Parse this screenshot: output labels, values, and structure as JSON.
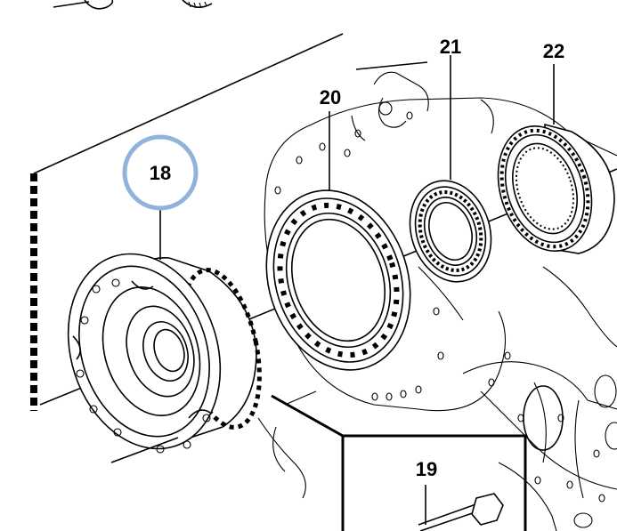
{
  "labels": {
    "part_18": "18",
    "part_19": "19",
    "part_20": "20",
    "part_21": "21",
    "part_22": "22"
  },
  "highlight": {
    "target": "18",
    "ring_color": "#8fb3d9"
  },
  "colors": {
    "line": "#000000",
    "background": "#ffffff"
  }
}
